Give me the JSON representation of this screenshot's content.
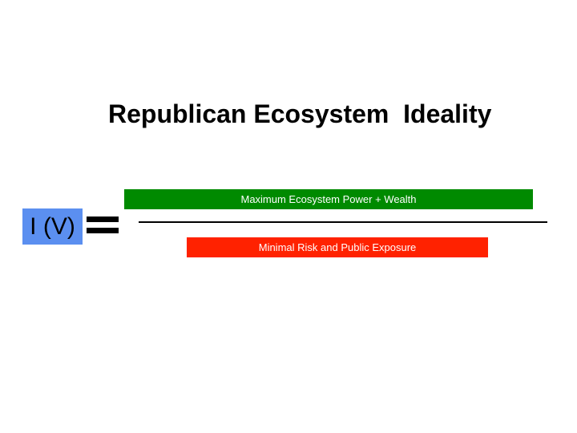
{
  "slide": {
    "title": "Republican Ecosystem  Ideality",
    "equation": {
      "lhs": "I (V)",
      "operator_icon": "equals-sign",
      "numerator": "Maximum Ecosystem Power + Wealth",
      "denominator": "Minimal Risk and Public Exposure"
    },
    "colors": {
      "lhs_box": "#5b8ff0",
      "numerator_box": "#008a00",
      "denominator_box": "#ff2200",
      "box_text": "#ffffff",
      "title_text": "#000000"
    }
  }
}
